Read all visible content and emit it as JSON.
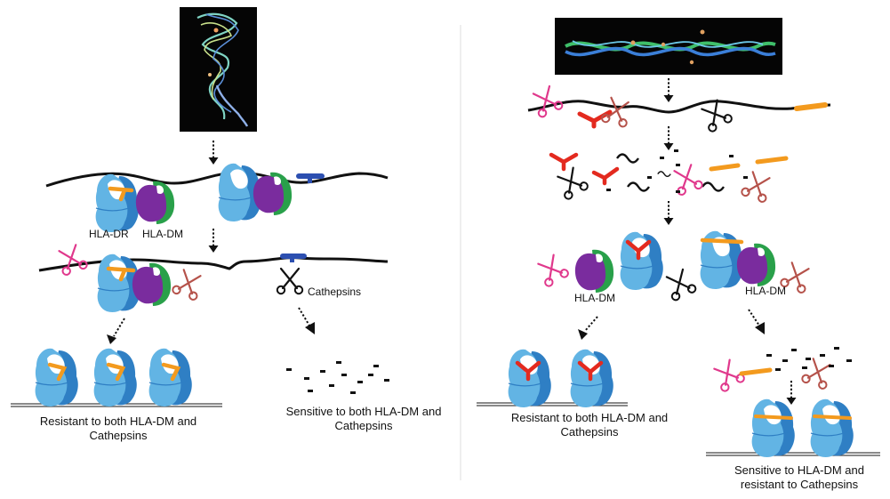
{
  "labels": {
    "hla_dr": "HLA-DR",
    "hla_dm": "HLA-DM",
    "cathepsins": "Cathepsins",
    "hla_dm_right_1": "HLA-DM",
    "hla_dm_right_2": "HLA-DM"
  },
  "captions": {
    "left_resistant": "Resistant to both HLA-DM and Cathepsins",
    "left_sensitive": "Sensitive to both HLA-DM and Cathepsins",
    "right_resistant": "Resistant to both HLA-DM and Cathepsins",
    "right_sensitive": "Sensitive to HLA-DM and resistant to Cathepsins"
  },
  "colors": {
    "hla_dr_light": "#62b4e4",
    "hla_dr_dark": "#2f7fc4",
    "hla_dm_purple": "#7a2c9e",
    "hla_dm_green": "#29a04a",
    "peptide_orange": "#f39a1e",
    "peptide_red": "#e32a1f",
    "peptide_blue": "#2c4fb0",
    "scissors_pink": "#e0388c",
    "scissors_brown": "#b5524a",
    "line_black": "#111111"
  }
}
